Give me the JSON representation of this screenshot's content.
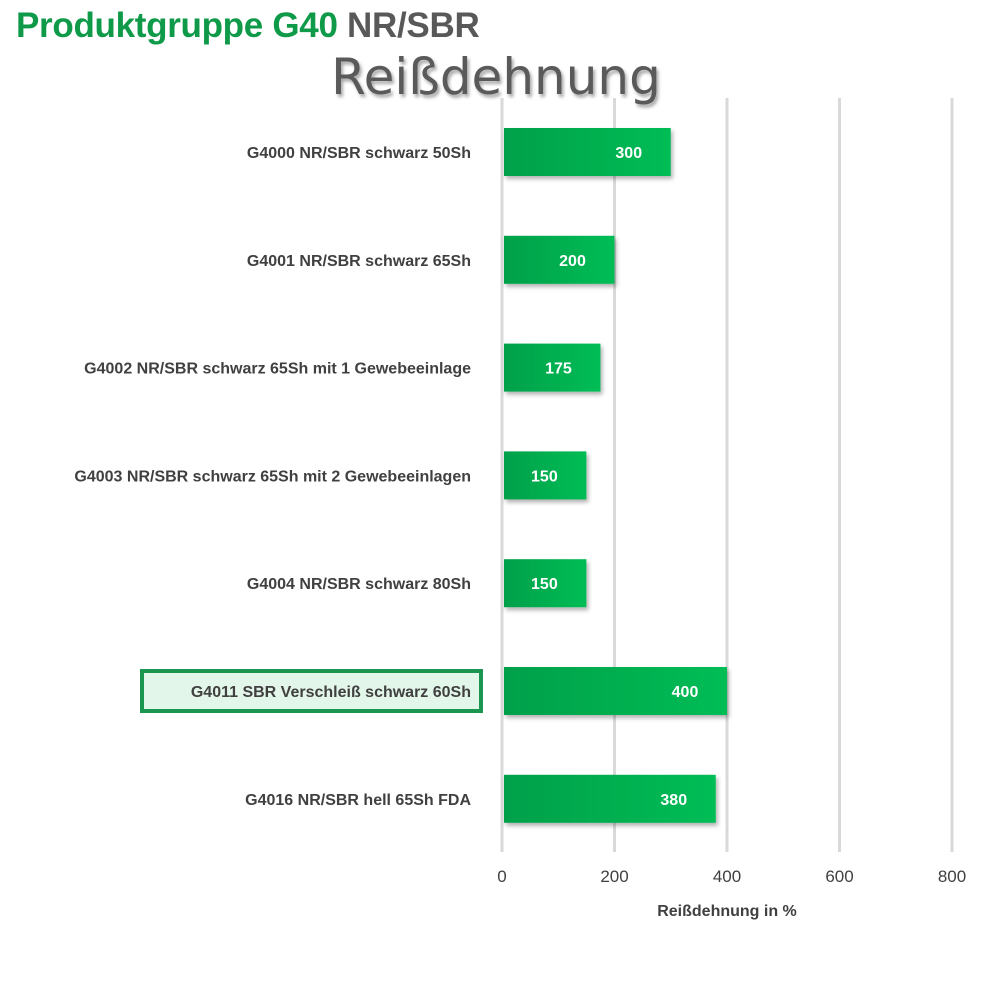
{
  "header": {
    "title_green": "Produktgruppe G40",
    "title_gray": "NR/SBR"
  },
  "colors": {
    "brand_green": "#0e9a48",
    "bar_green": "#00b050",
    "highlight_border": "#1a9650",
    "highlight_fill": "#e3f6ea",
    "grid": "#d9d9d9"
  },
  "chart_data": {
    "type": "bar",
    "orientation": "horizontal",
    "title": "Reißdehnung",
    "xlabel": "Reißdehnung in %",
    "ylabel": "",
    "xlim": [
      0,
      800
    ],
    "xticks": [
      0,
      200,
      400,
      600,
      800
    ],
    "grid": true,
    "legend": "none",
    "highlighted_category": "G4011 SBR Verschleiß schwarz 60Sh",
    "categories": [
      "G4000 NR/SBR schwarz 50Sh",
      "G4001 NR/SBR schwarz 65Sh",
      "G4002 NR/SBR schwarz 65Sh mit 1 Gewebeeinlage",
      "G4003 NR/SBR schwarz 65Sh mit 2 Gewebeeinlagen",
      "G4004 NR/SBR schwarz 80Sh",
      "G4011 SBR Verschleiß schwarz 60Sh",
      "G4016 NR/SBR hell 65Sh FDA"
    ],
    "values": [
      300,
      200,
      175,
      150,
      150,
      400,
      380
    ]
  }
}
